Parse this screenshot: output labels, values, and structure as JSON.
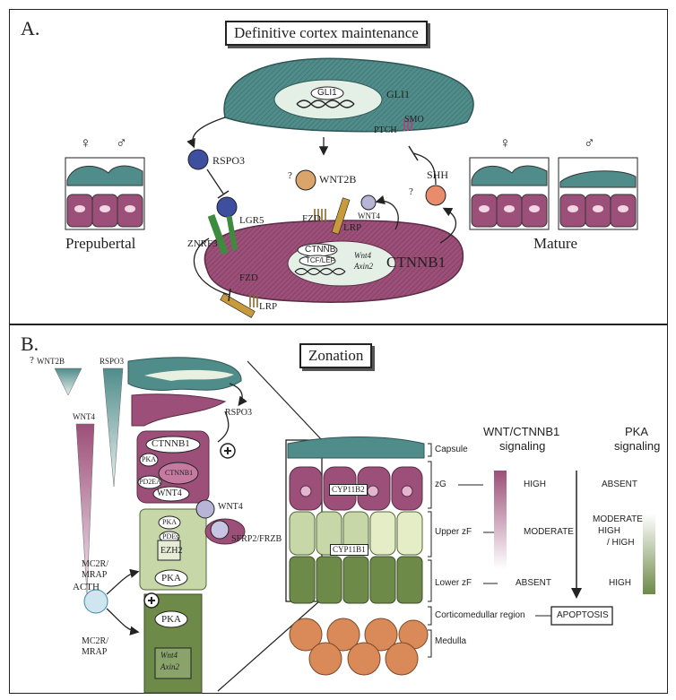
{
  "panelA": {
    "label": "A.",
    "title": "Definitive cortex maintenance",
    "female_symbol": "♀",
    "male_symbol": "♂",
    "prepubertal": "Prepubertal",
    "mature": "Mature",
    "gli1_nucleus": "GLI1",
    "gli1": "GLI1",
    "smo": "SMO",
    "ptch": "PTCH",
    "rspo3": "RSPO3",
    "wnt2b": "WNT2B",
    "shh": "SHH",
    "wnt4": "WNT4",
    "fzd_top": "FZD",
    "lrp_top": "LRP",
    "lgr5": "LGR5",
    "znrf3": "ZNRF3",
    "fzd_bottom": "FZD",
    "lrp_bottom": "LRP",
    "ctnnb1": "CTNNB1",
    "ctnnb_nucleus": "CTNNB",
    "tcf_lef": "TCF/LEF",
    "wnt4_gene": "Wnt4",
    "axin2_gene": "Axin2",
    "question": "?"
  },
  "panelB": {
    "label": "B.",
    "title": "Zonation",
    "wnt2b": "WNT2B",
    "rspo3": "RSPO3",
    "wnt4": "WNT4",
    "rspo3_2": "RSPO3",
    "ctnnb1": "CTNNB1",
    "ctnnb1_small": "CTNNB1",
    "pka1": "PKA",
    "pd2ea": "PD2EA",
    "wnt4_box": "WNT4",
    "wnt4_side": "WNT4",
    "sfrp2": "SFRP2/FRZB",
    "pka2": "PKA",
    "pde": "PDEs",
    "ezh2": "EZH2",
    "mc2r_1": "MC2R/",
    "mrap_1": "MRAP",
    "acth": "ACTH",
    "pka3": "PKA",
    "pka4": "PKA",
    "mc2r_2": "MC2R/",
    "mrap_2": "MRAP",
    "wnt4_gene": "Wnt4",
    "axin2_gene": "Axin2",
    "question": "?",
    "cyp11b2": "CYP11B2",
    "cyp11b1": "CYP11B1",
    "zones": [
      "Capsule",
      "zG",
      "Upper zF",
      "Lower zF",
      "Corticomedullar region",
      "Medulla"
    ],
    "wnt_header_1": "WNT/CTNNB1",
    "wnt_header_2": "signaling",
    "pka_header_1": "PKA",
    "pka_header_2": "signaling",
    "wnt_high": "HIGH",
    "wnt_moderate": "MODERATE",
    "wnt_absent": "ABSENT",
    "pka_absent": "ABSENT",
    "pka_mod_1": "MODERATE",
    "pka_mod_2": "HIGH",
    "pka_mod_3": "/ HIGH",
    "pka_high": "HIGH",
    "apoptosis": "APOPTOSIS"
  },
  "colors": {
    "capsule": "#4f8c8a",
    "cortex": "#9c4f78",
    "zf_light": "#c8d7a8",
    "zf_dark": "#6d8a48",
    "medulla": "#d98a58",
    "rspo3": "#3e4fa0",
    "znrf3": "#3e8a3e",
    "lrp": "#c89a3c",
    "shh": "#e88c6c",
    "wnt2b": "#d9a56a",
    "wnt4": "#b8b4d8"
  }
}
